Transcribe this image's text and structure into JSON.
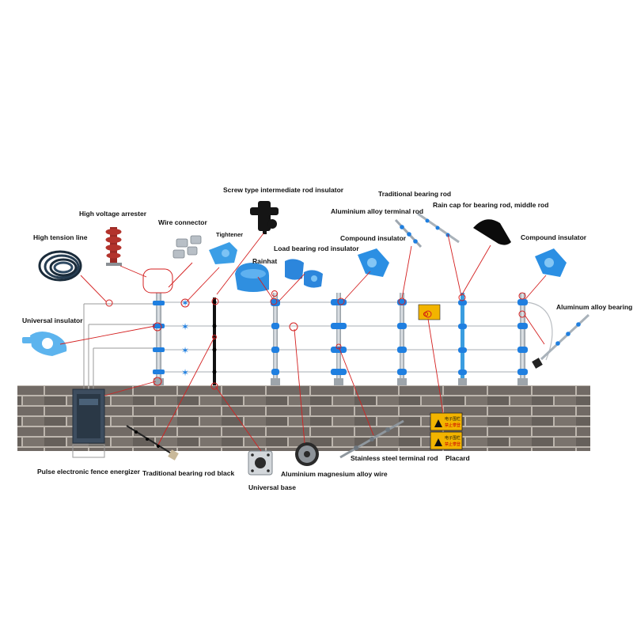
{
  "labels": {
    "screw_type_insulator": "Screw type intermediate rod insulator",
    "traditional_bearing_rod": "Traditional bearing rod",
    "high_voltage_arrester": "High voltage arrester",
    "wire_connector": "Wire connector",
    "aluminium_terminal_rod": "Aluminium alloy terminal rod",
    "rain_cap": "Rain cap for bearing rod, middle rod",
    "tightener": "Tightener",
    "high_tension_line": "High tension line",
    "load_bearing_insulator": "Load bearing rod insulator",
    "compound_insulator_1": "Compound insulator",
    "compound_insulator_2": "Compound insulator",
    "rainhat": "Rainhat",
    "aluminum_bearing_rod": "Aluminum alloy bearing rod",
    "universal_insulator": "Universal insulator",
    "stainless_terminal_rod": "Stainless steel terminal rod",
    "placard": "Placard",
    "energizer": "Pulse electronic fence energizer",
    "traditional_rod_black": "Traditional bearing rod black",
    "aluminium_wire": "Aluminium magnesium alloy wire",
    "universal_base": "Universal base"
  },
  "sign": {
    "line1": "电子围栏",
    "line2": "禁止攀登"
  },
  "colors": {
    "insulator_blue": "#1f7fe0",
    "callout_red": "#d42020",
    "brick": "#6f6964",
    "mortar": "#bdb6ae",
    "placard_yellow": "#f2b400"
  }
}
